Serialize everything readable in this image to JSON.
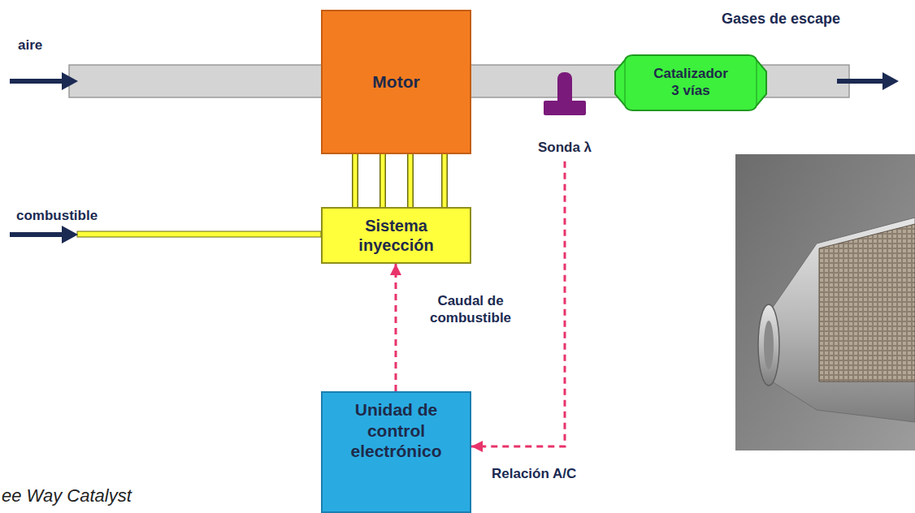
{
  "diagram": {
    "nodes": [
      {
        "text": [
          "Motor"
        ]
      },
      {
        "text": [
          "Catalizador 3 vías"
        ]
      },
      {
        "text": [
          "Sonda λ"
        ]
      },
      {
        "text": [
          "Sistema inyección"
        ]
      },
      {
        "text": [
          "Unidad de control electrónico"
        ]
      }
    ],
    "edges": [
      {
        "from": 3,
        "to": 0,
        "arrow": "none"
      },
      {
        "from": 3,
        "to": 0,
        "arrow": "none"
      },
      {
        "from": 3,
        "to": 0,
        "arrow": "none"
      },
      {
        "from": 3,
        "to": 0,
        "arrow": "none"
      },
      {
        "from": 4,
        "to": 3,
        "label": "Caudal de combustible",
        "arrow": "to"
      },
      {
        "from": 2,
        "to": 4,
        "label": "Relación A/C",
        "arrow": "to"
      }
    ],
    "labels": [
      "aire",
      "combustible",
      "Gases de escape",
      "ee Way Catalyst"
    ]
  }
}
